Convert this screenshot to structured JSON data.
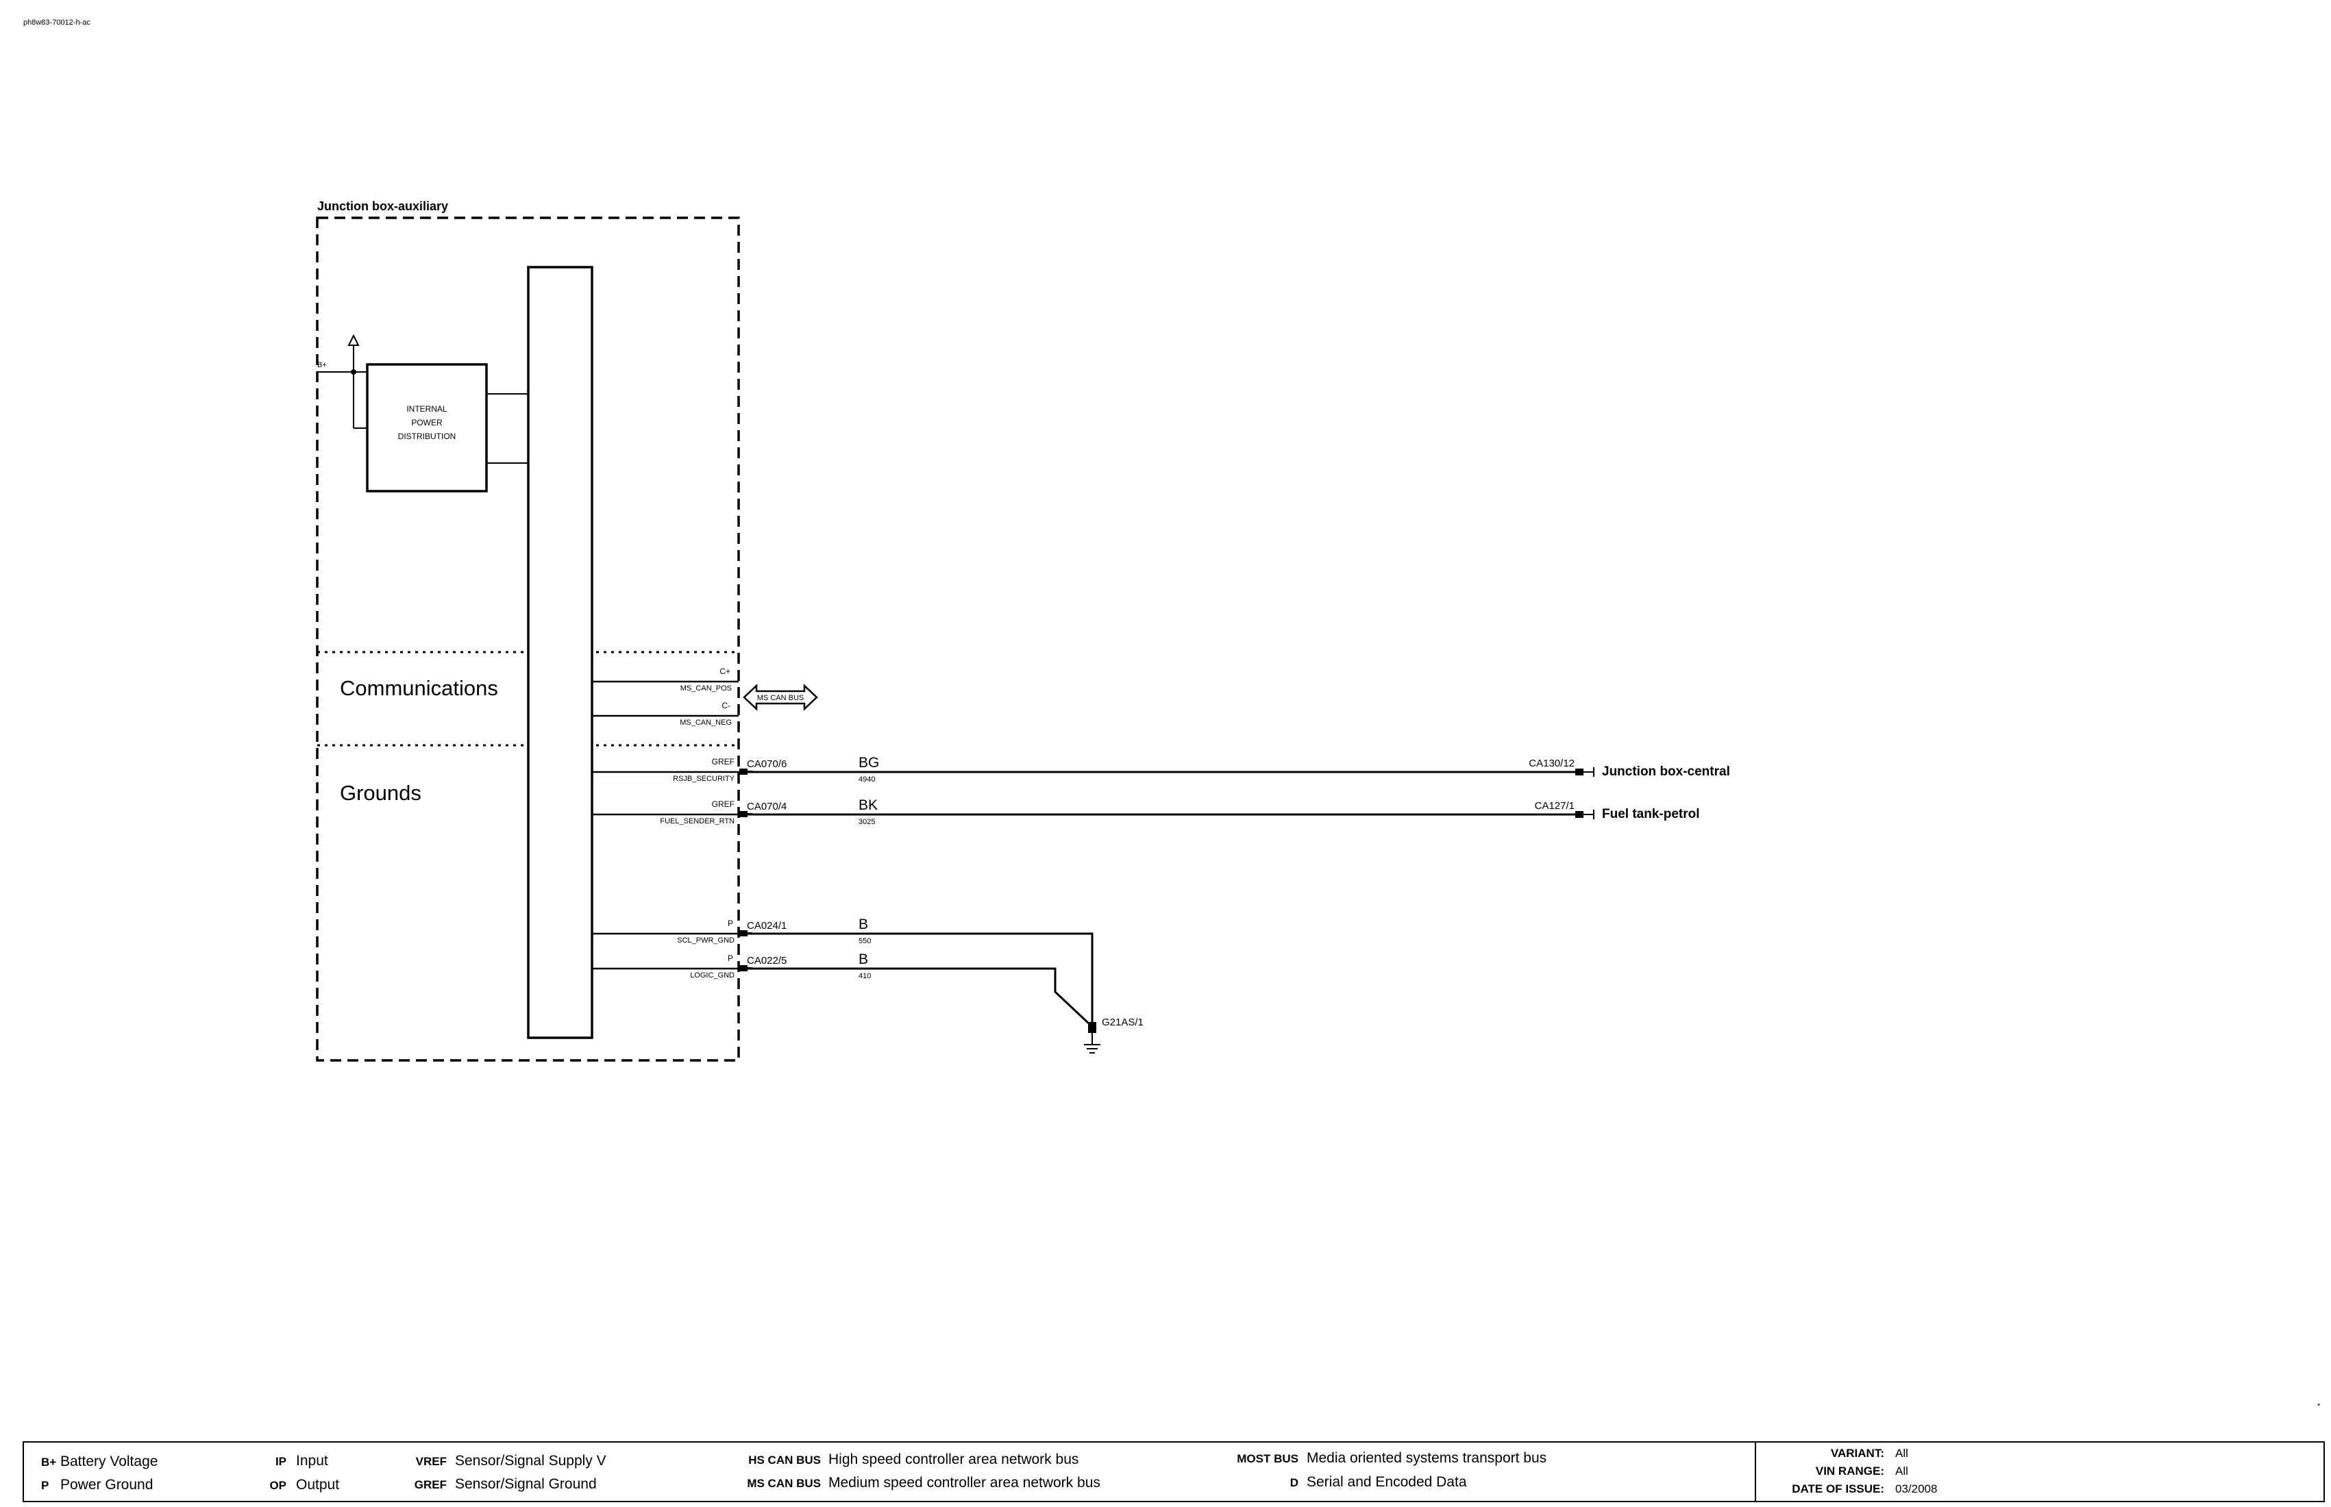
{
  "doc_id": "ph8w83-70012-h-ac",
  "module": {
    "title": "Junction box-auxiliary",
    "battery_label": "B+",
    "ipd_lines": [
      "INTERNAL",
      "POWER",
      "DISTRIBUTION"
    ]
  },
  "sections": {
    "communications": "Communications",
    "grounds": "Grounds"
  },
  "pins": [
    {
      "type": "C+",
      "name": "MS_CAN_POS"
    },
    {
      "type": "C-",
      "name": "MS_CAN_NEG"
    },
    {
      "type": "GREF",
      "name": "RSJB_SECURITY"
    },
    {
      "type": "GREF",
      "name": "FUEL_SENDER_RTN"
    },
    {
      "type": "P",
      "name": "SCL_PWR_GND"
    },
    {
      "type": "P",
      "name": "LOGIC_GND"
    }
  ],
  "bus_label": "MS CAN BUS",
  "wires": [
    {
      "connector": "CA070/6",
      "color": "BG",
      "circuit": "4940",
      "far_connector": "CA130/12",
      "destination": "Junction box-central"
    },
    {
      "connector": "CA070/4",
      "color": "BK",
      "circuit": "3025",
      "far_connector": "CA127/1",
      "destination": "Fuel tank-petrol"
    },
    {
      "connector": "CA024/1",
      "color": "B",
      "circuit": "550"
    },
    {
      "connector": "CA022/5",
      "color": "B",
      "circuit": "410"
    }
  ],
  "ground_label": "G21AS/1",
  "corner_mark": "*",
  "legend": [
    {
      "abbr": "B+",
      "desc": "Battery Voltage"
    },
    {
      "abbr": "P",
      "desc": "Power Ground"
    },
    {
      "abbr": "IP",
      "desc": "Input"
    },
    {
      "abbr": "OP",
      "desc": "Output"
    },
    {
      "abbr": "VREF",
      "desc": "Sensor/Signal Supply V"
    },
    {
      "abbr": "GREF",
      "desc": "Sensor/Signal Ground"
    },
    {
      "abbr": "HS CAN BUS",
      "desc": "High speed controller area network bus"
    },
    {
      "abbr": "MS CAN BUS",
      "desc": "Medium speed controller area network bus"
    },
    {
      "abbr": "MOST BUS",
      "desc": "Media oriented systems transport bus"
    },
    {
      "abbr": "D",
      "desc": "Serial and Encoded Data"
    }
  ],
  "info": [
    {
      "label": "VARIANT:",
      "value": "All"
    },
    {
      "label": "VIN RANGE:",
      "value": "All"
    },
    {
      "label": "DATE OF ISSUE:",
      "value": "03/2008"
    }
  ]
}
